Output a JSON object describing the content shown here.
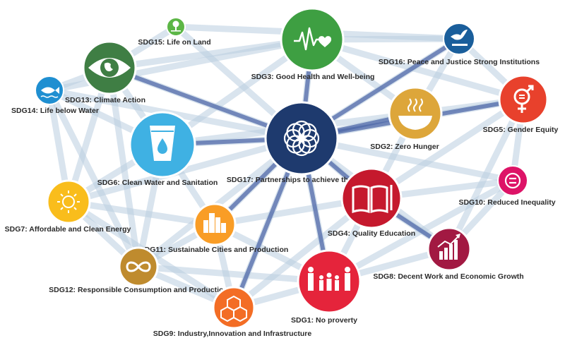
{
  "nodes": [
    {
      "id": "sdg17",
      "label": "SDG17: Partnerships to achieve the Goal",
      "color": "#1e3a6e",
      "icon": "flower-rings-icon"
    },
    {
      "id": "sdg3",
      "label": "SDG3: Good Health and Well-being",
      "color": "#3e9f42",
      "icon": "heartbeat-icon"
    },
    {
      "id": "sdg15",
      "label": "SDG15: Life on Land",
      "color": "#5cb646",
      "icon": "tree-icon"
    },
    {
      "id": "sdg13",
      "label": "SDG13: Climate Action",
      "color": "#3f7e44",
      "icon": "eye-globe-icon"
    },
    {
      "id": "sdg14",
      "label": "SDG14: Life below Water",
      "color": "#1f8fd1",
      "icon": "fish-icon"
    },
    {
      "id": "sdg16",
      "label": "SDG16: Peace and Justice Strong Institutions",
      "color": "#1a5e9b",
      "icon": "dove-icon"
    },
    {
      "id": "sdg5",
      "label": "SDG5: Gender Equity",
      "color": "#e8412c",
      "icon": "gender-icon"
    },
    {
      "id": "sdg2",
      "label": "SDG2: Zero Hunger",
      "color": "#dda63a",
      "icon": "bowl-icon"
    },
    {
      "id": "sdg6",
      "label": "SDG6: Clean Water and Sanitation",
      "color": "#3fb1e3",
      "icon": "water-glass-icon"
    },
    {
      "id": "sdg10",
      "label": "SDG10: Reduced Inequality",
      "color": "#dd1367",
      "icon": "equal-icon"
    },
    {
      "id": "sdg7",
      "label": "SDG7: Affordable and Clean Energy",
      "color": "#f9bd1c",
      "icon": "sun-icon"
    },
    {
      "id": "sdg4",
      "label": "SDG4: Quality Education",
      "color": "#c5192d",
      "icon": "book-icon"
    },
    {
      "id": "sdg11",
      "label": "SDG11: Sustainable Cities and Production",
      "color": "#f99d26",
      "icon": "city-icon"
    },
    {
      "id": "sdg8",
      "label": "SDG8: Decent Work and Economic Growth",
      "color": "#a21942",
      "icon": "growth-chart-icon"
    },
    {
      "id": "sdg12",
      "label": "SDG12: Responsible Consumption and Production",
      "color": "#bf8b2e",
      "icon": "infinity-icon"
    },
    {
      "id": "sdg1",
      "label": "SDG1: No proverty",
      "color": "#e5243b",
      "icon": "family-icon"
    },
    {
      "id": "sdg9",
      "label": "SDG9: Industry,Innovation and Infrastructure",
      "color": "#f36d25",
      "icon": "cubes-icon"
    }
  ],
  "edges": [
    [
      "sdg17",
      "sdg3"
    ],
    [
      "sdg17",
      "sdg15"
    ],
    [
      "sdg17",
      "sdg13"
    ],
    [
      "sdg17",
      "sdg14"
    ],
    [
      "sdg17",
      "sdg16"
    ],
    [
      "sdg17",
      "sdg5"
    ],
    [
      "sdg17",
      "sdg2"
    ],
    [
      "sdg17",
      "sdg6"
    ],
    [
      "sdg17",
      "sdg10"
    ],
    [
      "sdg17",
      "sdg7"
    ],
    [
      "sdg17",
      "sdg4"
    ],
    [
      "sdg17",
      "sdg11"
    ],
    [
      "sdg17",
      "sdg8"
    ],
    [
      "sdg17",
      "sdg12"
    ],
    [
      "sdg17",
      "sdg1"
    ],
    [
      "sdg17",
      "sdg9"
    ],
    [
      "sdg3",
      "sdg13"
    ],
    [
      "sdg3",
      "sdg2"
    ],
    [
      "sdg3",
      "sdg5"
    ],
    [
      "sdg3",
      "sdg6"
    ],
    [
      "sdg3",
      "sdg16"
    ],
    [
      "sdg3",
      "sdg14"
    ],
    [
      "sdg13",
      "sdg6"
    ],
    [
      "sdg13",
      "sdg7"
    ],
    [
      "sdg13",
      "sdg12"
    ],
    [
      "sdg13",
      "sdg14"
    ],
    [
      "sdg13",
      "sdg15"
    ],
    [
      "sdg14",
      "sdg7"
    ],
    [
      "sdg14",
      "sdg6"
    ],
    [
      "sdg14",
      "sdg12"
    ],
    [
      "sdg6",
      "sdg7"
    ],
    [
      "sdg6",
      "sdg11"
    ],
    [
      "sdg6",
      "sdg12"
    ],
    [
      "sdg6",
      "sdg2"
    ],
    [
      "sdg7",
      "sdg12"
    ],
    [
      "sdg7",
      "sdg11"
    ],
    [
      "sdg7",
      "sdg9"
    ],
    [
      "sdg12",
      "sdg9"
    ],
    [
      "sdg12",
      "sdg11"
    ],
    [
      "sdg12",
      "sdg1"
    ],
    [
      "sdg11",
      "sdg9"
    ],
    [
      "sdg11",
      "sdg1"
    ],
    [
      "sdg11",
      "sdg4"
    ],
    [
      "sdg9",
      "sdg1"
    ],
    [
      "sdg9",
      "sdg4"
    ],
    [
      "sdg1",
      "sdg4"
    ],
    [
      "sdg1",
      "sdg8"
    ],
    [
      "sdg1",
      "sdg10"
    ],
    [
      "sdg4",
      "sdg8"
    ],
    [
      "sdg4",
      "sdg10"
    ],
    [
      "sdg4",
      "sdg2"
    ],
    [
      "sdg4",
      "sdg5"
    ],
    [
      "sdg8",
      "sdg10"
    ],
    [
      "sdg8",
      "sdg5"
    ],
    [
      "sdg10",
      "sdg5"
    ],
    [
      "sdg2",
      "sdg5"
    ],
    [
      "sdg5",
      "sdg16"
    ],
    [
      "sdg2",
      "sdg16"
    ],
    [
      "sdg16",
      "sdg15"
    ]
  ],
  "strong_edges": [
    [
      "sdg17",
      "sdg3"
    ],
    [
      "sdg17",
      "sdg4"
    ],
    [
      "sdg17",
      "sdg1"
    ],
    [
      "sdg17",
      "sdg9"
    ],
    [
      "sdg17",
      "sdg5"
    ],
    [
      "sdg17",
      "sdg11"
    ],
    [
      "sdg17",
      "sdg2"
    ],
    [
      "sdg17",
      "sdg16"
    ],
    [
      "sdg17",
      "sdg6"
    ],
    [
      "sdg4",
      "sdg8"
    ],
    [
      "sdg17",
      "sdg13"
    ]
  ]
}
